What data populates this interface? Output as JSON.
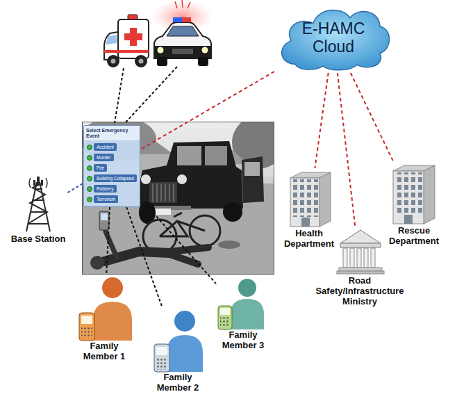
{
  "diagram": {
    "nodes": [
      {
        "text": [
          "E-HAMC Cloud"
        ]
      },
      {
        "text": [
          "Select Emergency Event"
        ]
      },
      {
        "text": [
          "Accident"
        ],
        "in": 1
      },
      {
        "text": [
          "Murder"
        ],
        "in": 1
      },
      {
        "text": [
          "Fire"
        ],
        "in": 1
      },
      {
        "text": [
          "Building Collapsed"
        ],
        "in": 1
      },
      {
        "text": [
          "Robbery"
        ],
        "in": 1
      },
      {
        "text": [
          "Terrorism"
        ],
        "in": 1
      },
      {
        "text": [
          "Base Station"
        ]
      },
      {
        "text": [
          "Health Department"
        ]
      },
      {
        "text": [
          "Road Safety/Infrastructure Ministry"
        ]
      },
      {
        "text": [
          "Rescue Department"
        ]
      },
      {
        "text": [
          "Family Member 1"
        ]
      },
      {
        "text": [
          "Family Member 2"
        ]
      },
      {
        "text": [
          "Family Member 3"
        ]
      }
    ],
    "edges": [
      {
        "from": 0,
        "to": 1,
        "arrow": "none"
      },
      {
        "from": 0,
        "to": 9,
        "arrow": "none"
      },
      {
        "from": 0,
        "to": 10,
        "arrow": "none"
      },
      {
        "from": 0,
        "to": 11,
        "arrow": "none"
      },
      {
        "from": 8,
        "to": 1,
        "arrow": "none"
      },
      {
        "from": 1,
        "to": 12,
        "arrow": "none"
      },
      {
        "from": 1,
        "to": 13,
        "arrow": "none"
      },
      {
        "from": 1,
        "to": 14,
        "arrow": "none"
      }
    ]
  }
}
